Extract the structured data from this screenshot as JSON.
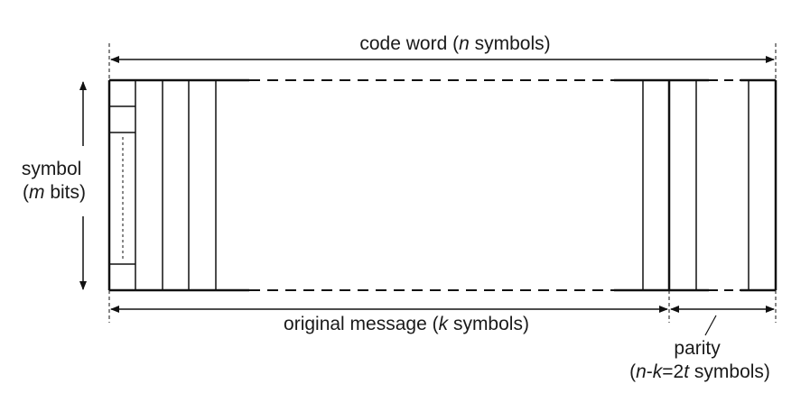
{
  "diagram": {
    "code_word": {
      "text": "code word (",
      "var": "n",
      "rest": " symbols)"
    },
    "symbol": {
      "line1": "symbol",
      "line2_open": "(",
      "line2_var": "m",
      "line2_rest": " bits)"
    },
    "original_message": {
      "text": "original message (",
      "var": "k",
      "rest": " symbols)"
    },
    "parity": {
      "line1": "parity",
      "line2_open": "(",
      "line2_var1": "n",
      "line2_dash": "-",
      "line2_var2": "k",
      "line2_eq": "=2",
      "line2_var3": "t",
      "line2_rest": " symbols)"
    },
    "colors": {
      "stroke": "#111111",
      "text": "#1a1a1a"
    }
  }
}
